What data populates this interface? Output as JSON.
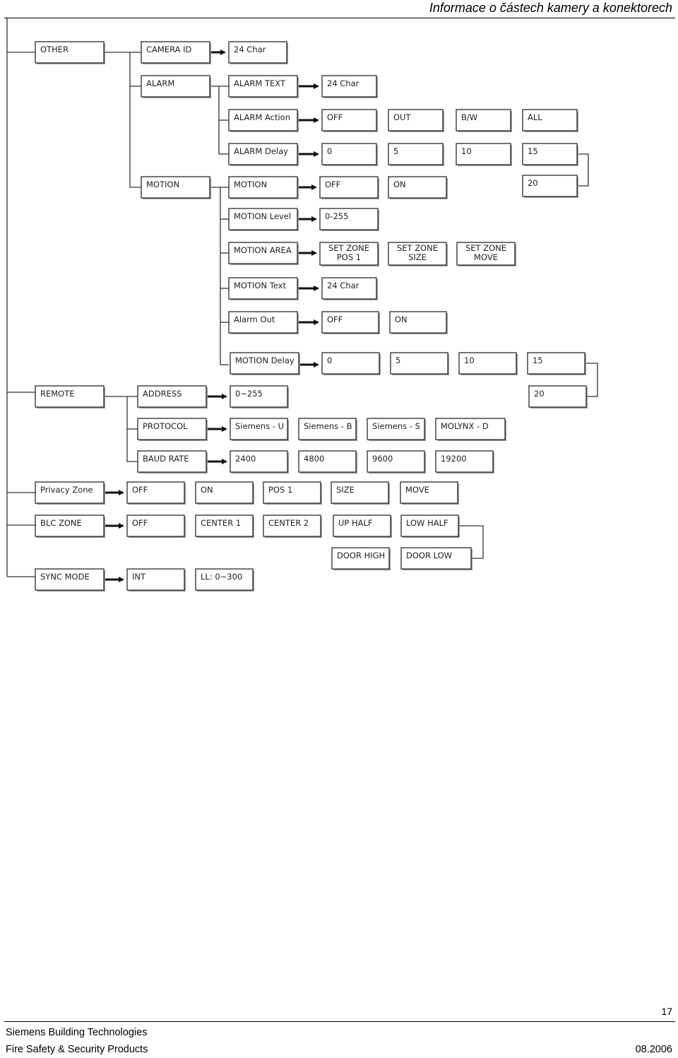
{
  "header": {
    "title": "Informace o částech kamery a konektorech"
  },
  "menu": {
    "other": "OTHER",
    "camera_id": "CAMERA ID",
    "camera_id_value": "24 Char",
    "alarm": "ALARM",
    "alarm_text": "ALARM TEXT",
    "alarm_text_value": "24 Char",
    "alarm_action": "ALARM Action",
    "alarm_action_options": [
      "OFF",
      "OUT",
      "B/W",
      "ALL"
    ],
    "alarm_delay": "ALARM Delay",
    "alarm_delay_options": [
      "0",
      "5",
      "10",
      "15",
      "20"
    ],
    "motion": "MOTION",
    "motion_sub": "MOTION",
    "motion_options": [
      "OFF",
      "ON"
    ],
    "motion_level": "MOTION Level",
    "motion_level_value": "0-255",
    "motion_area": "MOTION AREA",
    "motion_area_options": [
      [
        "SET ZONE",
        "POS 1"
      ],
      [
        "SET ZONE",
        "SIZE"
      ],
      [
        "SET ZONE",
        "MOVE"
      ]
    ],
    "motion_text": "MOTION Text",
    "motion_text_value": "24 Char",
    "alarm_out": "Alarm Out",
    "alarm_out_options": [
      "OFF",
      "ON"
    ],
    "motion_delay": "MOTION Delay",
    "motion_delay_options": [
      "0",
      "5",
      "10",
      "15",
      "20"
    ],
    "remote": "REMOTE",
    "address": "ADDRESS",
    "address_value": "0~255",
    "protocol": "PROTOCOL",
    "protocol_options": [
      "Siemens - U",
      "Siemens - B",
      "Siemens - S",
      "MOLYNX    - D"
    ],
    "baud_rate": "BAUD RATE",
    "baud_rate_options": [
      "2400",
      "4800",
      "9600",
      "19200"
    ],
    "privacy_zone": "Privacy Zone",
    "privacy_zone_options": [
      "OFF",
      "ON",
      "POS 1",
      "SIZE",
      "MOVE"
    ],
    "blc_zone": "BLC ZONE",
    "blc_zone_options": [
      "OFF",
      "CENTER 1",
      "CENTER 2",
      "UP HALF",
      "LOW HALF",
      "DOOR HIGH",
      "DOOR LOW"
    ],
    "sync_mode": "SYNC MODE",
    "sync_mode_options": [
      "INT",
      "LL: 0~300"
    ]
  },
  "footer": {
    "page_number": "17",
    "company": "Siemens Building Technologies",
    "division": "Fire Safety & Security Products",
    "date": "08.2006"
  }
}
